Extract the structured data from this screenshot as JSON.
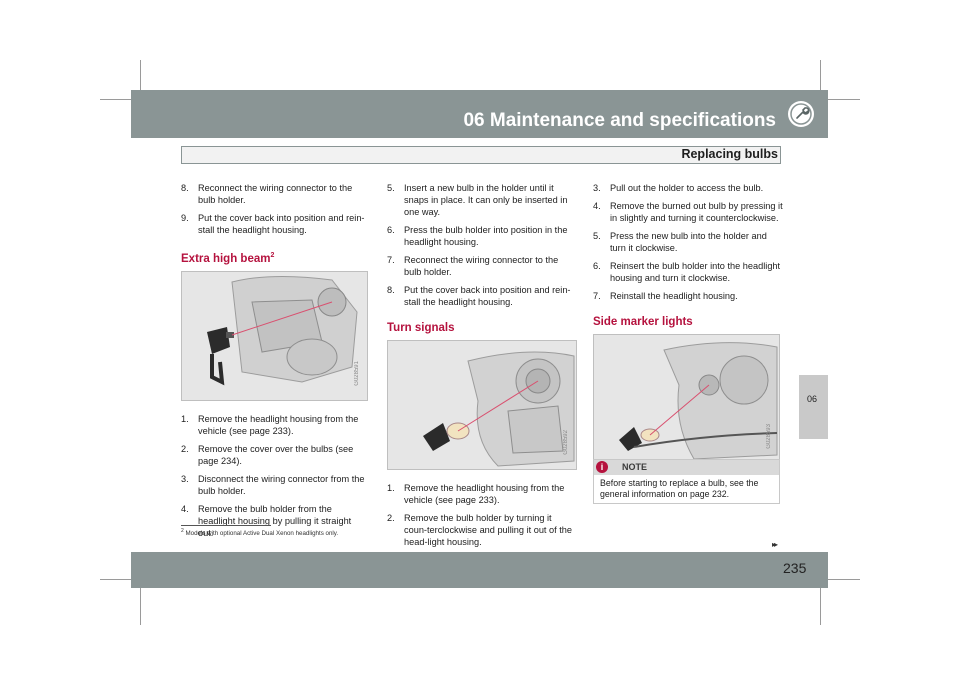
{
  "header": {
    "chapter_title": "06 Maintenance and specifications",
    "section_title": "Replacing bulbs"
  },
  "side_tab": {
    "label": "06"
  },
  "column1": {
    "steps_top": [
      {
        "num": "8.",
        "text": "Reconnect the wiring connector to the bulb holder."
      },
      {
        "num": "9.",
        "text": "Put the cover back into position and rein-stall the headlight housing."
      }
    ],
    "heading": "Extra high beam",
    "heading_sup": "2",
    "figure_code": "G028591",
    "steps": [
      {
        "num": "1.",
        "text": "Remove the headlight housing from the vehicle (see page 233)."
      },
      {
        "num": "2.",
        "text": "Remove the cover over the bulbs (see page 234)."
      },
      {
        "num": "3.",
        "text": "Disconnect the wiring connector from the bulb holder."
      },
      {
        "num": "4.",
        "text": "Remove the bulb holder from the headlight housing by pulling it straight out."
      }
    ]
  },
  "column2": {
    "steps_top": [
      {
        "num": "5.",
        "text": "Insert a new bulb in the holder until it snaps in place. It can only be inserted in one way."
      },
      {
        "num": "6.",
        "text": "Press the bulb holder into position in the headlight housing."
      },
      {
        "num": "7.",
        "text": "Reconnect the wiring connector to the bulb holder."
      },
      {
        "num": "8.",
        "text": "Put the cover back into position and rein-stall the headlight housing."
      }
    ],
    "heading": "Turn signals",
    "figure_code": "G028592",
    "steps": [
      {
        "num": "1.",
        "text": "Remove the headlight housing from the vehicle (see page 233)."
      },
      {
        "num": "2.",
        "text": "Remove the bulb holder by turning it coun-terclockwise and pulling it out of the head-light housing."
      }
    ]
  },
  "column3": {
    "steps_top": [
      {
        "num": "3.",
        "text": "Pull out the holder to access the bulb."
      },
      {
        "num": "4.",
        "text": "Remove the burned out bulb by pressing it in slightly and turning it counterclockwise."
      },
      {
        "num": "5.",
        "text": "Press the new bulb into the holder and turn it clockwise."
      },
      {
        "num": "6.",
        "text": "Reinsert the bulb holder into the headlight housing and turn it clockwise."
      },
      {
        "num": "7.",
        "text": "Reinstall the headlight housing."
      }
    ],
    "heading": "Side marker lights",
    "figure_code": "G028593"
  },
  "note": {
    "title": "NOTE",
    "icon_glyph": "i",
    "text": "Before starting to replace a bulb, see the general information on page 232."
  },
  "footnote": {
    "num": "2",
    "text": "Models with optional Active Dual Xenon headlights only."
  },
  "footer": {
    "next_glyph": "▸▸",
    "page_number": "235"
  },
  "colors": {
    "band": "#8a9595",
    "accent": "#b5123e",
    "tab": "#c9c9c9"
  }
}
